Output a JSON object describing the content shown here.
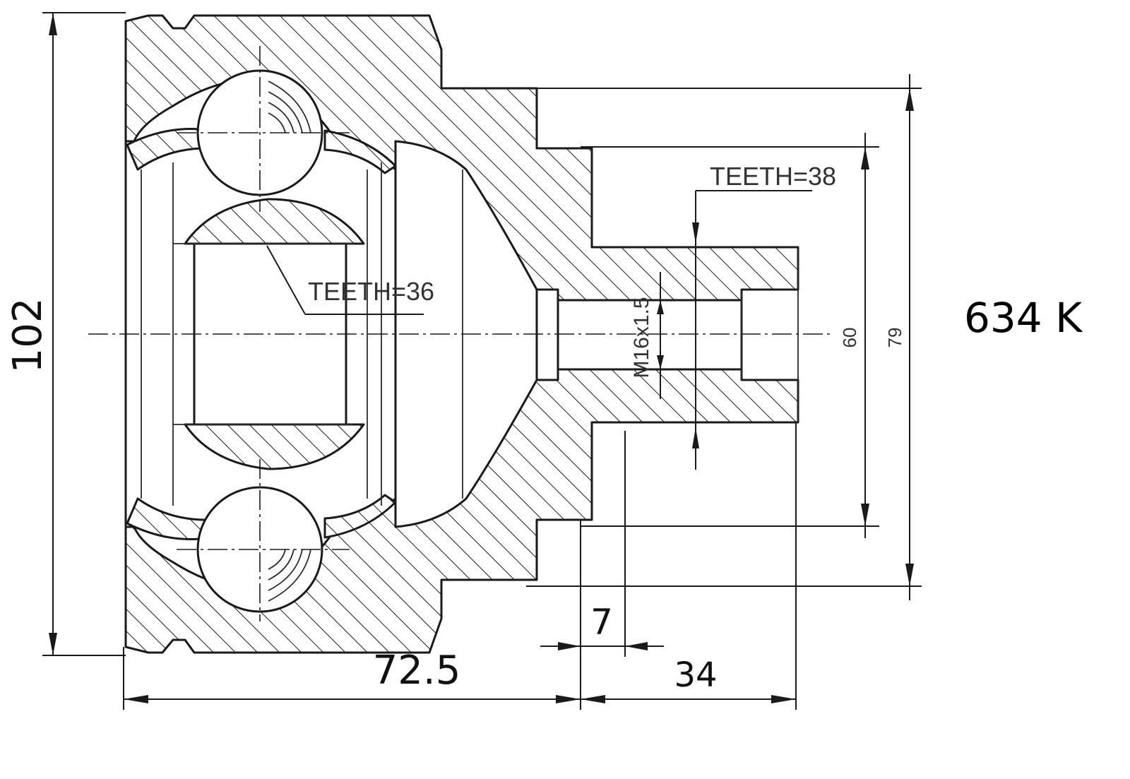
{
  "part_code": "634 K",
  "dimensions": {
    "overall_diameter": "102",
    "body_length": "72.5",
    "stub_length": "34",
    "stub_offset": "7",
    "outer_diameter": "79",
    "stub_diameter": "60"
  },
  "callouts": {
    "inner_teeth": "TEETH=36",
    "outer_teeth": "TEETH=38",
    "thread": "M16x1.5"
  }
}
